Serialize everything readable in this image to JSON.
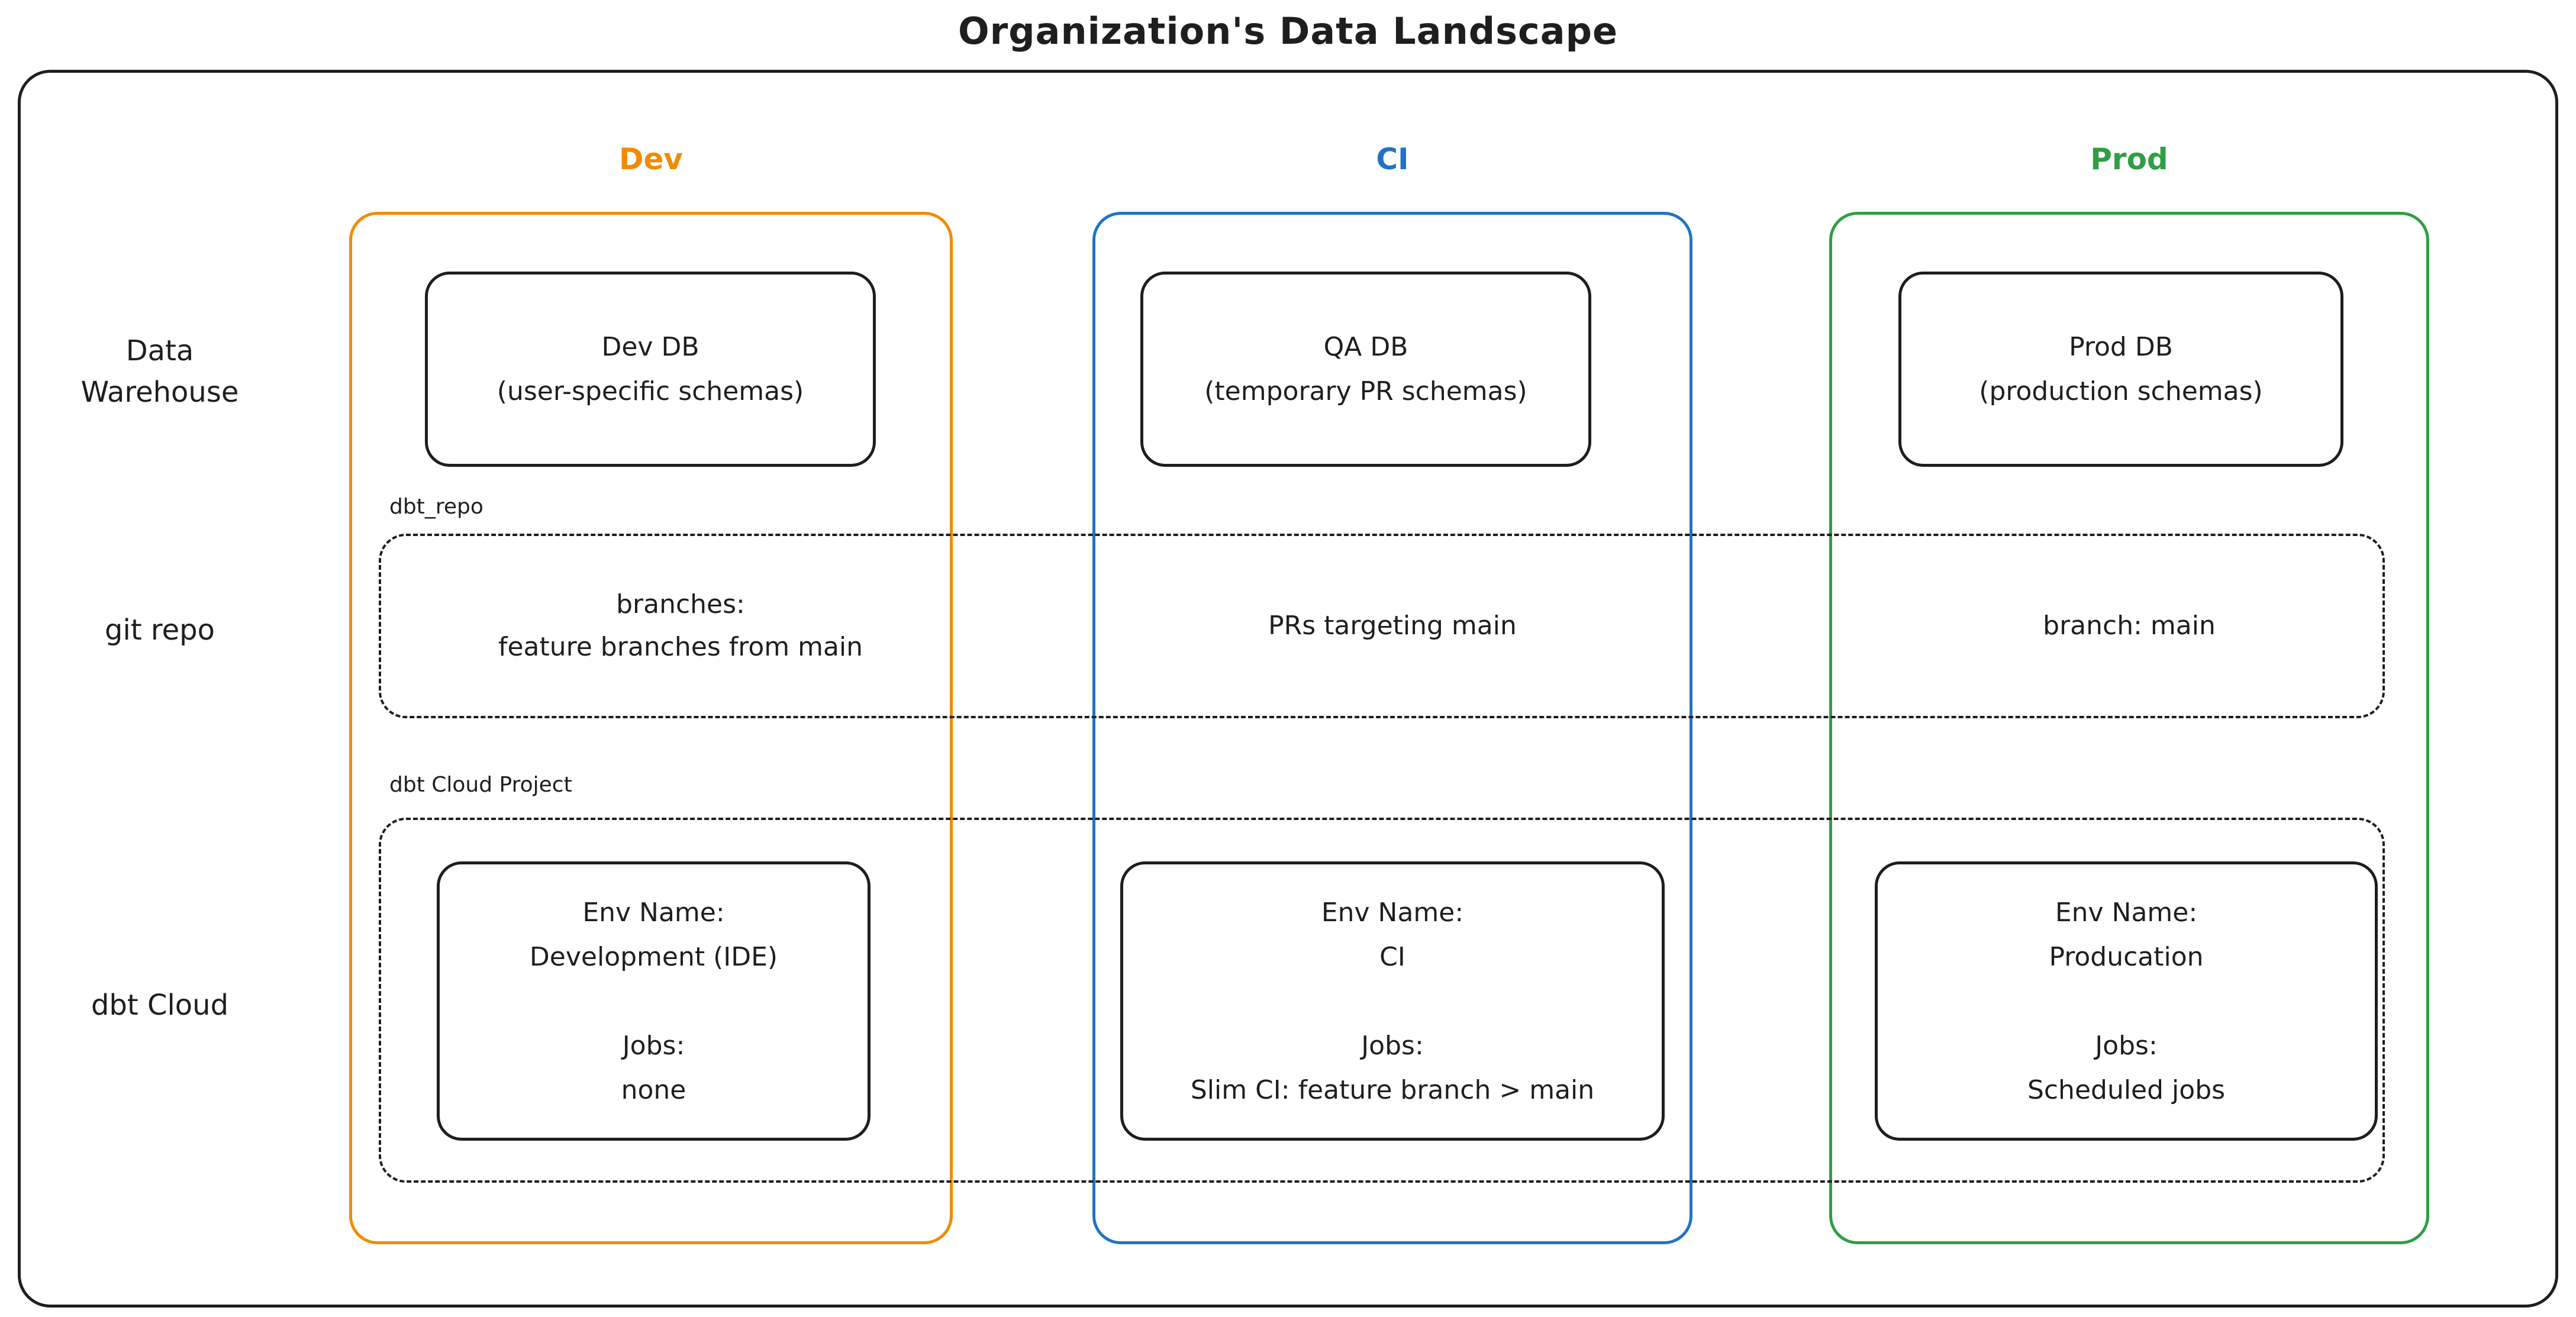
{
  "title": "Organization's Data Landscape",
  "colors": {
    "dev": "#f08c00",
    "ci": "#1f74c7",
    "prod": "#2f9e44",
    "ink": "#1e1e1e"
  },
  "row_labels": {
    "data_warehouse": "Data\nWarehouse",
    "git_repo": "git repo",
    "dbt_cloud": "dbt Cloud"
  },
  "group_labels": {
    "repo_box": "dbt_repo",
    "cloud_box": "dbt Cloud Project"
  },
  "columns": [
    {
      "label": "Dev",
      "db_title": "Dev DB",
      "db_subtitle": "(user-specific schemas)",
      "repo_text": "branches:\nfeature branches from main",
      "env_label": "Env Name:",
      "env_name": "Development (IDE)",
      "jobs_label": "Jobs:",
      "jobs_value": "none"
    },
    {
      "label": "CI",
      "db_title": "QA DB",
      "db_subtitle": "(temporary PR schemas)",
      "repo_text": "PRs targeting main",
      "env_label": "Env Name:",
      "env_name": "CI",
      "jobs_label": "Jobs:",
      "jobs_value": "Slim CI: feature branch > main"
    },
    {
      "label": "Prod",
      "db_title": "Prod DB",
      "db_subtitle": "(production schemas)",
      "repo_text": "branch: main",
      "env_label": "Env Name:",
      "env_name": "Producation",
      "jobs_label": "Jobs:",
      "jobs_value": "Scheduled jobs"
    }
  ]
}
